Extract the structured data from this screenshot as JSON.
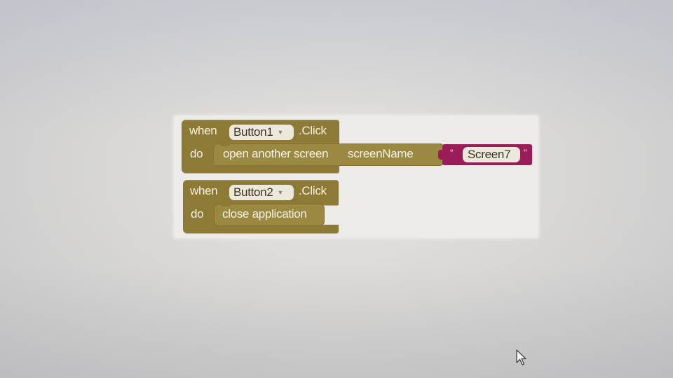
{
  "block1": {
    "when_label": "when",
    "component": "Button1",
    "event": ".Click",
    "do_label": "do",
    "action_label": "open another screen",
    "param_label": "screenName",
    "text_value": "Screen7",
    "open_quote": "“",
    "close_quote": "”"
  },
  "block2": {
    "when_label": "when",
    "component": "Button2",
    "event": ".Click",
    "do_label": "do",
    "action_label": "close application"
  },
  "colors": {
    "event_block": "#8c7a36",
    "statement_block": "#9b8841",
    "text_block": "#9c1c5a",
    "workspace": "#ecebe7"
  },
  "icons": {
    "dropdown": "dropdown-caret-icon",
    "pointer": "mouse-pointer-icon"
  }
}
